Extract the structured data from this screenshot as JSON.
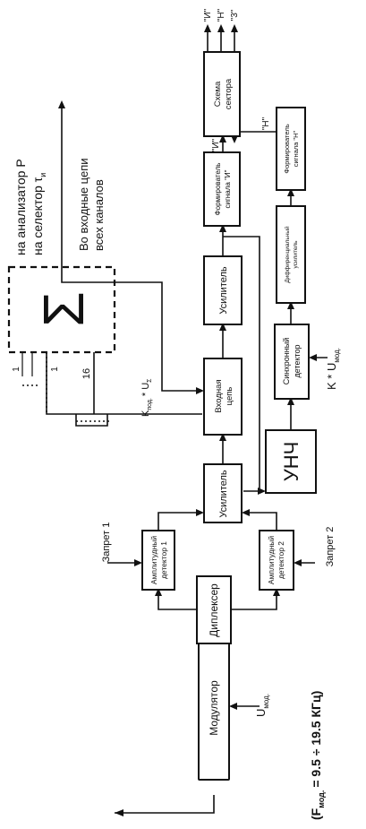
{
  "blocks": {
    "modulator": "Модулятор",
    "diplexer": "Диплексер",
    "amp_det1": [
      "Амплитудный",
      "детектор 1"
    ],
    "amp_det2": [
      "Амплитудный",
      "детектор 2"
    ],
    "amp1": "Усилитель",
    "input_circuit": [
      "Входная",
      "цепь"
    ],
    "amp2": "Усилитель",
    "unch": "УНЧ",
    "sync_det": [
      "Синхронный",
      "детектор"
    ],
    "diff_amp": [
      "Диффиренциальный",
      "усилитель"
    ],
    "former_i": [
      "Формирователь",
      "сигнала \"И\""
    ],
    "former_n": [
      "Формирователь",
      "сигнала \"Н\""
    ],
    "sector": [
      "Схема",
      "сектора"
    ],
    "sum": "Σ"
  },
  "labels": {
    "zapret1": "Запрет 1",
    "zapret2": "Запрет 2",
    "u_mod": "U",
    "u_mod_sub": "мод.",
    "k_u_mod": "K * U",
    "k_u_mod_sub": "мод.",
    "k_pod": "K",
    "k_pod_sub": "под.",
    "k_pod_tail": "* U",
    "k_pod_tail_sub": "Σ",
    "f_mod_open": "(F",
    "f_mod_sub": "мод.",
    "f_mod_tail": "= 9.5 ÷ 19.5 КГц)",
    "analyzer": "на анализатор P",
    "selector": "на селектор τ",
    "selector_sub": "и",
    "inputs_line1": "Во входные цепи",
    "inputs_line2": "всех каналов",
    "in_1a": "1",
    "in_1b": "1",
    "in_16": "16",
    "sig_i": "\"И\"",
    "sig_n": "\"Н\"",
    "out_i": "\"И\"",
    "out_n": "\"Н\"",
    "out_3": "\"3\""
  }
}
